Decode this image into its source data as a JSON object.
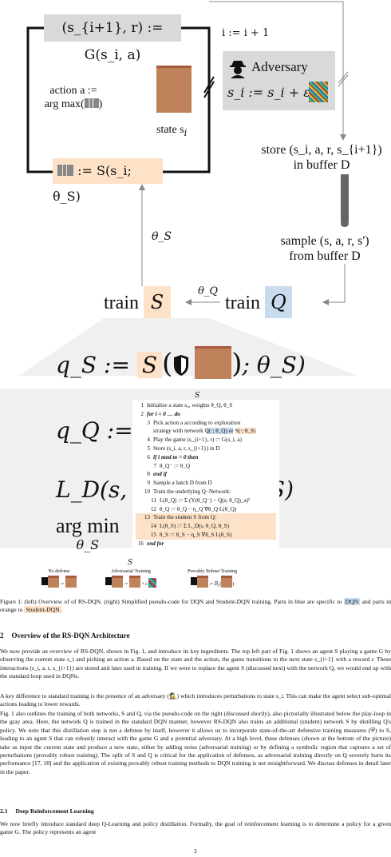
{
  "figure": {
    "top_formula": "(s_{i+1}, r) := G(s_i, a)",
    "increment": "i := i + 1",
    "action_line1": "action a :=",
    "action_line2": "arg max(",
    "action_line2_end": ")",
    "state_label": "state s",
    "state_sub": "i",
    "adversary_title": "Adversary",
    "adversary_formula": "s_i := s_i + ε",
    "store_line1": "store (s_i, a, r, s_{i+1})",
    "store_line2": "in buffer D",
    "qs_formula": ":= S(s_i; θ_S)",
    "theta_s": "θ_S",
    "sample_line1": "sample (s, a, r, s')",
    "sample_line2": "from buffer D",
    "train_s_word": "train",
    "train_s_letter": "S",
    "theta_q": "θ_Q",
    "train_q_word": "train",
    "train_q_letter": "Q",
    "zoom_qs_lhs": "q_S :=",
    "zoom_qs_fn": "S",
    "zoom_qs_rhs": "; θ_S)",
    "zoom_qq_lhs": "q_Q :=",
    "zoom_qq_fn": "Q",
    "zoom_ld": "L_D(s, θ",
    "zoom_ld_end": "q_S)",
    "zoom_argmin": "arg min",
    "zoom_argmin_sub": "θ_S",
    "zoom_trunc": "S"
  },
  "algorithm": {
    "lines": [
      {
        "n": "1",
        "text": "Initialize a state s₀, weights θ_Q, θ_S"
      },
      {
        "n": "2",
        "text": "for i = 0 … do"
      },
      {
        "n": "3",
        "text": "Pick action a according to exploration"
      },
      {
        "n": "",
        "text": "strategy with network Q(·; θ_Q) or S(·; θ_S)"
      },
      {
        "n": "4",
        "text": "Play the game (s_{i+1}, r) := G(s_i, a)"
      },
      {
        "n": "5",
        "text": "Store (s_i, a, r, s_{i+1}) in D"
      },
      {
        "n": "6",
        "text": "if i mod m = 0 then"
      },
      {
        "n": "7",
        "text": "θ_Q⁻ := θ_Q"
      },
      {
        "n": "8",
        "text": "end if"
      },
      {
        "n": "9",
        "text": "Sample a batch D from D"
      },
      {
        "n": "10",
        "text": "Train the underlying Q−Network:"
      },
      {
        "n": "11",
        "text": "L(θ_Q) := Σ (Y(θ_Q⁻) − Q(s; θ_Q)_a)²"
      },
      {
        "n": "12",
        "text": "θ_Q := θ_Q − η_Q ∇θ_Q L(θ_Q)"
      },
      {
        "n": "13",
        "text": "Train the student S from Q:"
      },
      {
        "n": "14",
        "text": "L(θ_S) := Σ L_D(s, θ_Q, θ_S)"
      },
      {
        "n": "15",
        "text": "θ_S := θ_S − η_S ∇θ_S L(θ_S)"
      },
      {
        "n": "16",
        "text": "end for"
      }
    ]
  },
  "defenses": {
    "no_defense": "No defense",
    "adversarial": "Adversarial Training",
    "provable": "Provably Robust Training"
  },
  "caption": {
    "text": "Figure 1: (left) Overview of of RS-DQN. (right) Simplified pseudo-code for DQN and Student-DQN training. Parts in blue are specific to",
    "dqn": "DQN",
    "mid": "and parts in orange to",
    "sdqn": "Student-DQN",
    "end": "."
  },
  "section2": {
    "number": "2",
    "title": "Overview of the RS-DQN Architecture",
    "p1": "We now provide an overview of RS-DQN, shown in Fig. 1, and introduce its key ingredients. The top left part of Fig. 1 shows an agent S playing a game G by observing the current state s_i and picking an action a. Based on the state and the action, the game transitions to the next state s_{i+1} with a reward r. These interactions (s_i, a, r, s_{i+1}) are stored and later used in training. If we were to replace the agent S (discussed next) with the network Q, we would end up with the standard loop used in DQNs.",
    "p2": "A key difference to standard training is the presence of an adversary (🕵) which introduces perturbations to state s_i. This can make the agent select sub-optimal actions leading to lower rewards.",
    "p3": "Fig. 1 also outlines the training of both networks, S and Q, via the pseudo-code on the right (discussed shortly), also pictorially illustrated below the play-loop in the gray area. Here, the network Q is trained in the standard DQN manner, however RS-DQN also trains an additional (student) network S by distilling Q's policy. We note that this distillation step is not a defense by itself, however it allows us to incorporate state-of-the-art defensive training measures (⛨) to S, leading to an agent S that can robustly interact with the game G and a potential adversary. At a high level, these defenses (shown at the bottom of the picture) take as input the current state and produce a new state, either by adding noise (adversarial training) or by defining a symbolic region that captures a set of perturbations (provably robust training). The split of S and Q is critical for the application of defenses, as adversarial training directly on Q severely hurts its performance [17, 18] and the application of existing provably robust training methods to DQN training is not straightforward. We discuss defenses in detail later in the paper."
  },
  "section21": {
    "number": "2.1",
    "title": "Deep Reinforcement Learning",
    "p1": "We now briefly introduce standard deep Q-Learning and policy distillation. Formally, the goal of reinforcement learning is to determine a policy for a given game G. The policy represents an agent"
  },
  "page_number": "2"
}
